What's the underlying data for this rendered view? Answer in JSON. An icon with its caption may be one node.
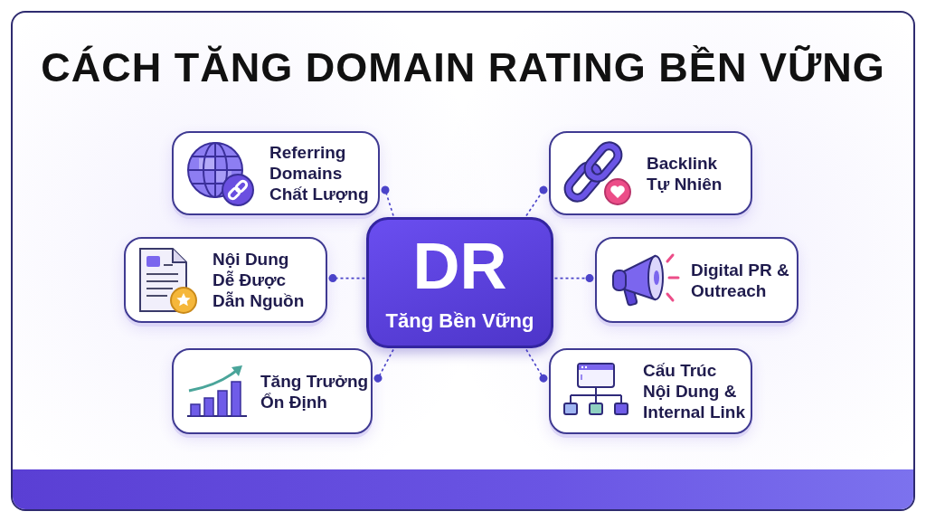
{
  "diagram": {
    "title": "CÁCH TĂNG DOMAIN RATING BỀN VỮNG",
    "nodes": [
      {
        "text": [
          "DR",
          "Tăng Bền Vững"
        ]
      },
      {
        "text": [
          "Referring Domains Chất Lượng"
        ]
      },
      {
        "text": [
          "Backlink Tự Nhiên"
        ]
      },
      {
        "text": [
          "Nội Dung Dễ Được Dẫn Nguồn"
        ]
      },
      {
        "text": [
          "Digital PR & Outreach"
        ]
      },
      {
        "text": [
          "Tăng Trưởng Ổn Định"
        ]
      },
      {
        "text": [
          "Cấu Trúc Nội Dung & Internal Link"
        ]
      }
    ],
    "edges": [
      {
        "from": 0,
        "to": 1,
        "arrow": "other",
        "style": "dashed"
      },
      {
        "from": 0,
        "to": 2,
        "arrow": "other",
        "style": "dashed"
      },
      {
        "from": 0,
        "to": 3,
        "arrow": "other",
        "style": "dashed"
      },
      {
        "from": 0,
        "to": 4,
        "arrow": "other",
        "style": "dashed"
      },
      {
        "from": 0,
        "to": 5,
        "arrow": "other",
        "style": "dashed"
      },
      {
        "from": 0,
        "to": 6,
        "arrow": "other",
        "style": "dashed"
      }
    ]
  }
}
